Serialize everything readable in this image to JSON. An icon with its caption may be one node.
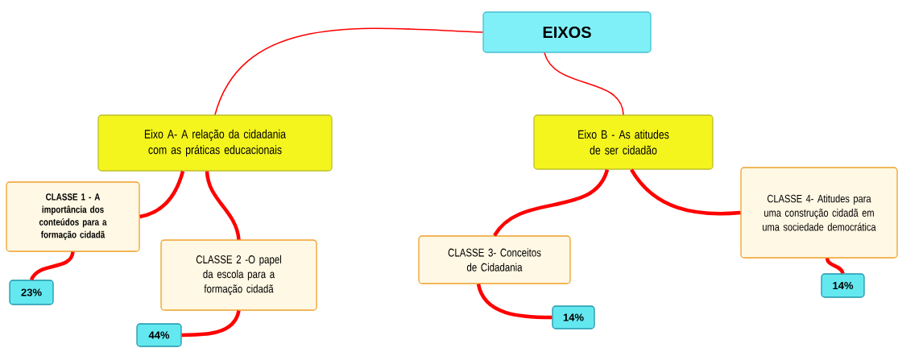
{
  "diagram": {
    "nodes": [
      {
        "text": [
          "EIXOS"
        ]
      },
      {
        "text": [
          "Eixo A- A relação da cidadania com as práticas educacionais"
        ]
      },
      {
        "text": [
          "Eixo B - As atitudes de ser cidadão"
        ]
      },
      {
        "text": [
          "CLASSE 1 - A importância dos conteúdos para a formação cidadã"
        ]
      },
      {
        "text": [
          "CLASSE 2 -O papel da escola para a formação cidadã"
        ]
      },
      {
        "text": [
          "CLASSE 3- Conceitos de Cidadania"
        ]
      },
      {
        "text": [
          "CLASSE 4- Atitudes para uma construção cidadã em uma sociedade democrática"
        ]
      },
      {
        "text": [
          "23%"
        ]
      },
      {
        "text": [
          "44%"
        ]
      },
      {
        "text": [
          "14%"
        ]
      },
      {
        "text": [
          "14%"
        ]
      }
    ],
    "edges": [
      {
        "from": 0,
        "to": 1,
        "arrow": "none"
      },
      {
        "from": 0,
        "to": 2,
        "arrow": "none"
      },
      {
        "from": 1,
        "to": 3,
        "arrow": "none"
      },
      {
        "from": 1,
        "to": 4,
        "arrow": "none"
      },
      {
        "from": 2,
        "to": 5,
        "arrow": "none"
      },
      {
        "from": 2,
        "to": 6,
        "arrow": "none"
      },
      {
        "from": 3,
        "to": 7,
        "arrow": "none"
      },
      {
        "from": 4,
        "to": 8,
        "arrow": "none"
      },
      {
        "from": 5,
        "to": 9,
        "arrow": "none"
      },
      {
        "from": 6,
        "to": 10,
        "arrow": "none"
      }
    ]
  }
}
